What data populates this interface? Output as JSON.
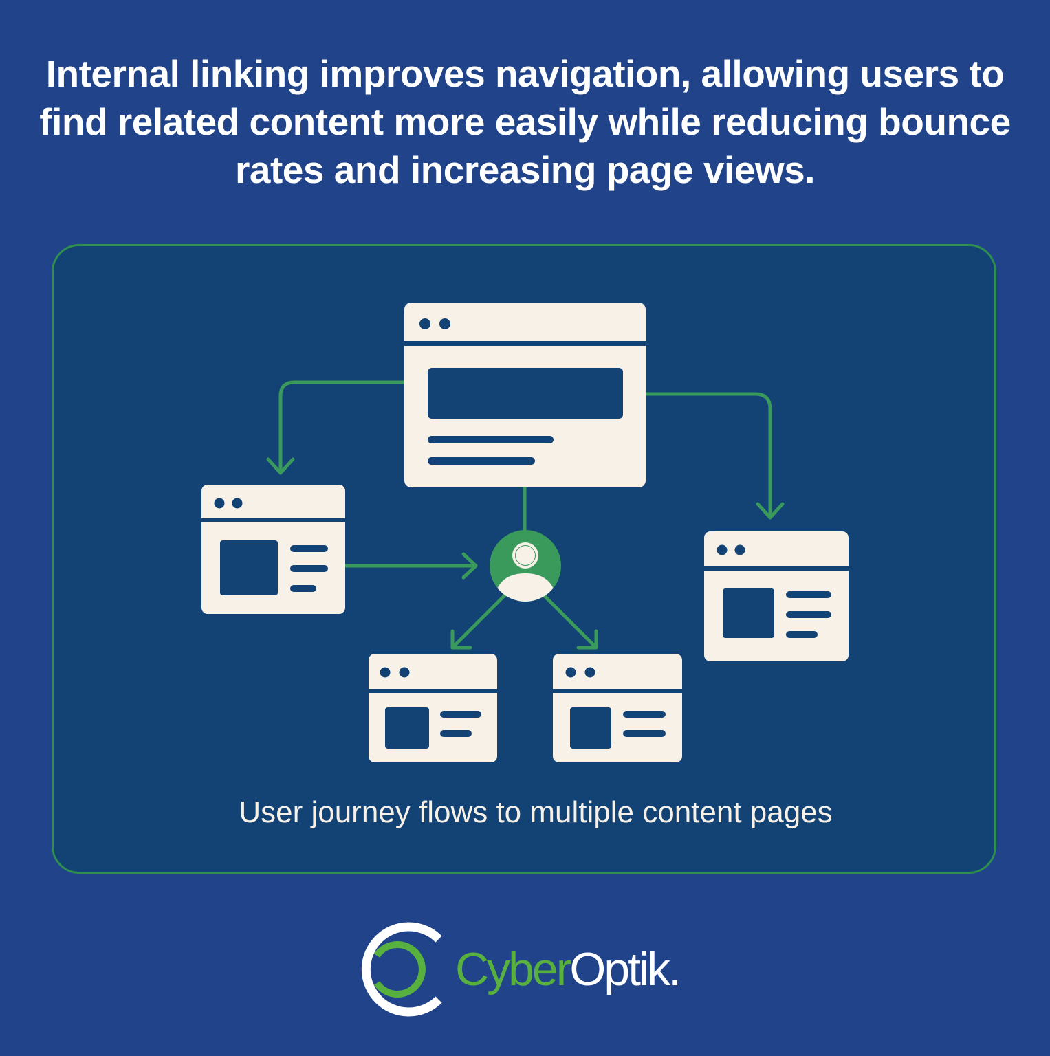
{
  "headline": "Internal linking improves navigation, allowing users to find related content more easily while reducing bounce rates and increasing page views.",
  "diagram": {
    "caption": "User journey flows to multiple content pages",
    "nodes": [
      {
        "id": "main-page",
        "icon": "browser-window-icon"
      },
      {
        "id": "left-page",
        "icon": "browser-window-icon"
      },
      {
        "id": "right-page",
        "icon": "browser-window-icon"
      },
      {
        "id": "bottom-left-page",
        "icon": "browser-window-icon"
      },
      {
        "id": "bottom-right-page",
        "icon": "browser-window-icon"
      },
      {
        "id": "user",
        "icon": "user-avatar-icon"
      }
    ],
    "edges": [
      {
        "from": "main-page",
        "to": "left-page"
      },
      {
        "from": "main-page",
        "to": "right-page"
      },
      {
        "from": "main-page",
        "to": "user"
      },
      {
        "from": "left-page",
        "to": "user"
      },
      {
        "from": "user",
        "to": "bottom-left-page"
      },
      {
        "from": "user",
        "to": "bottom-right-page"
      }
    ]
  },
  "logo": {
    "word_1": "Cyber",
    "word_2": "Optik.",
    "icon": "cyberoptik-ring-logo-icon"
  },
  "colors": {
    "background": "#20438a",
    "panel": "#134274",
    "panel_border": "#2f8f4e",
    "card": "#f7f1e8",
    "arrow": "#3a9a5c",
    "logo_green": "#58b13f",
    "text": "#ffffff"
  }
}
